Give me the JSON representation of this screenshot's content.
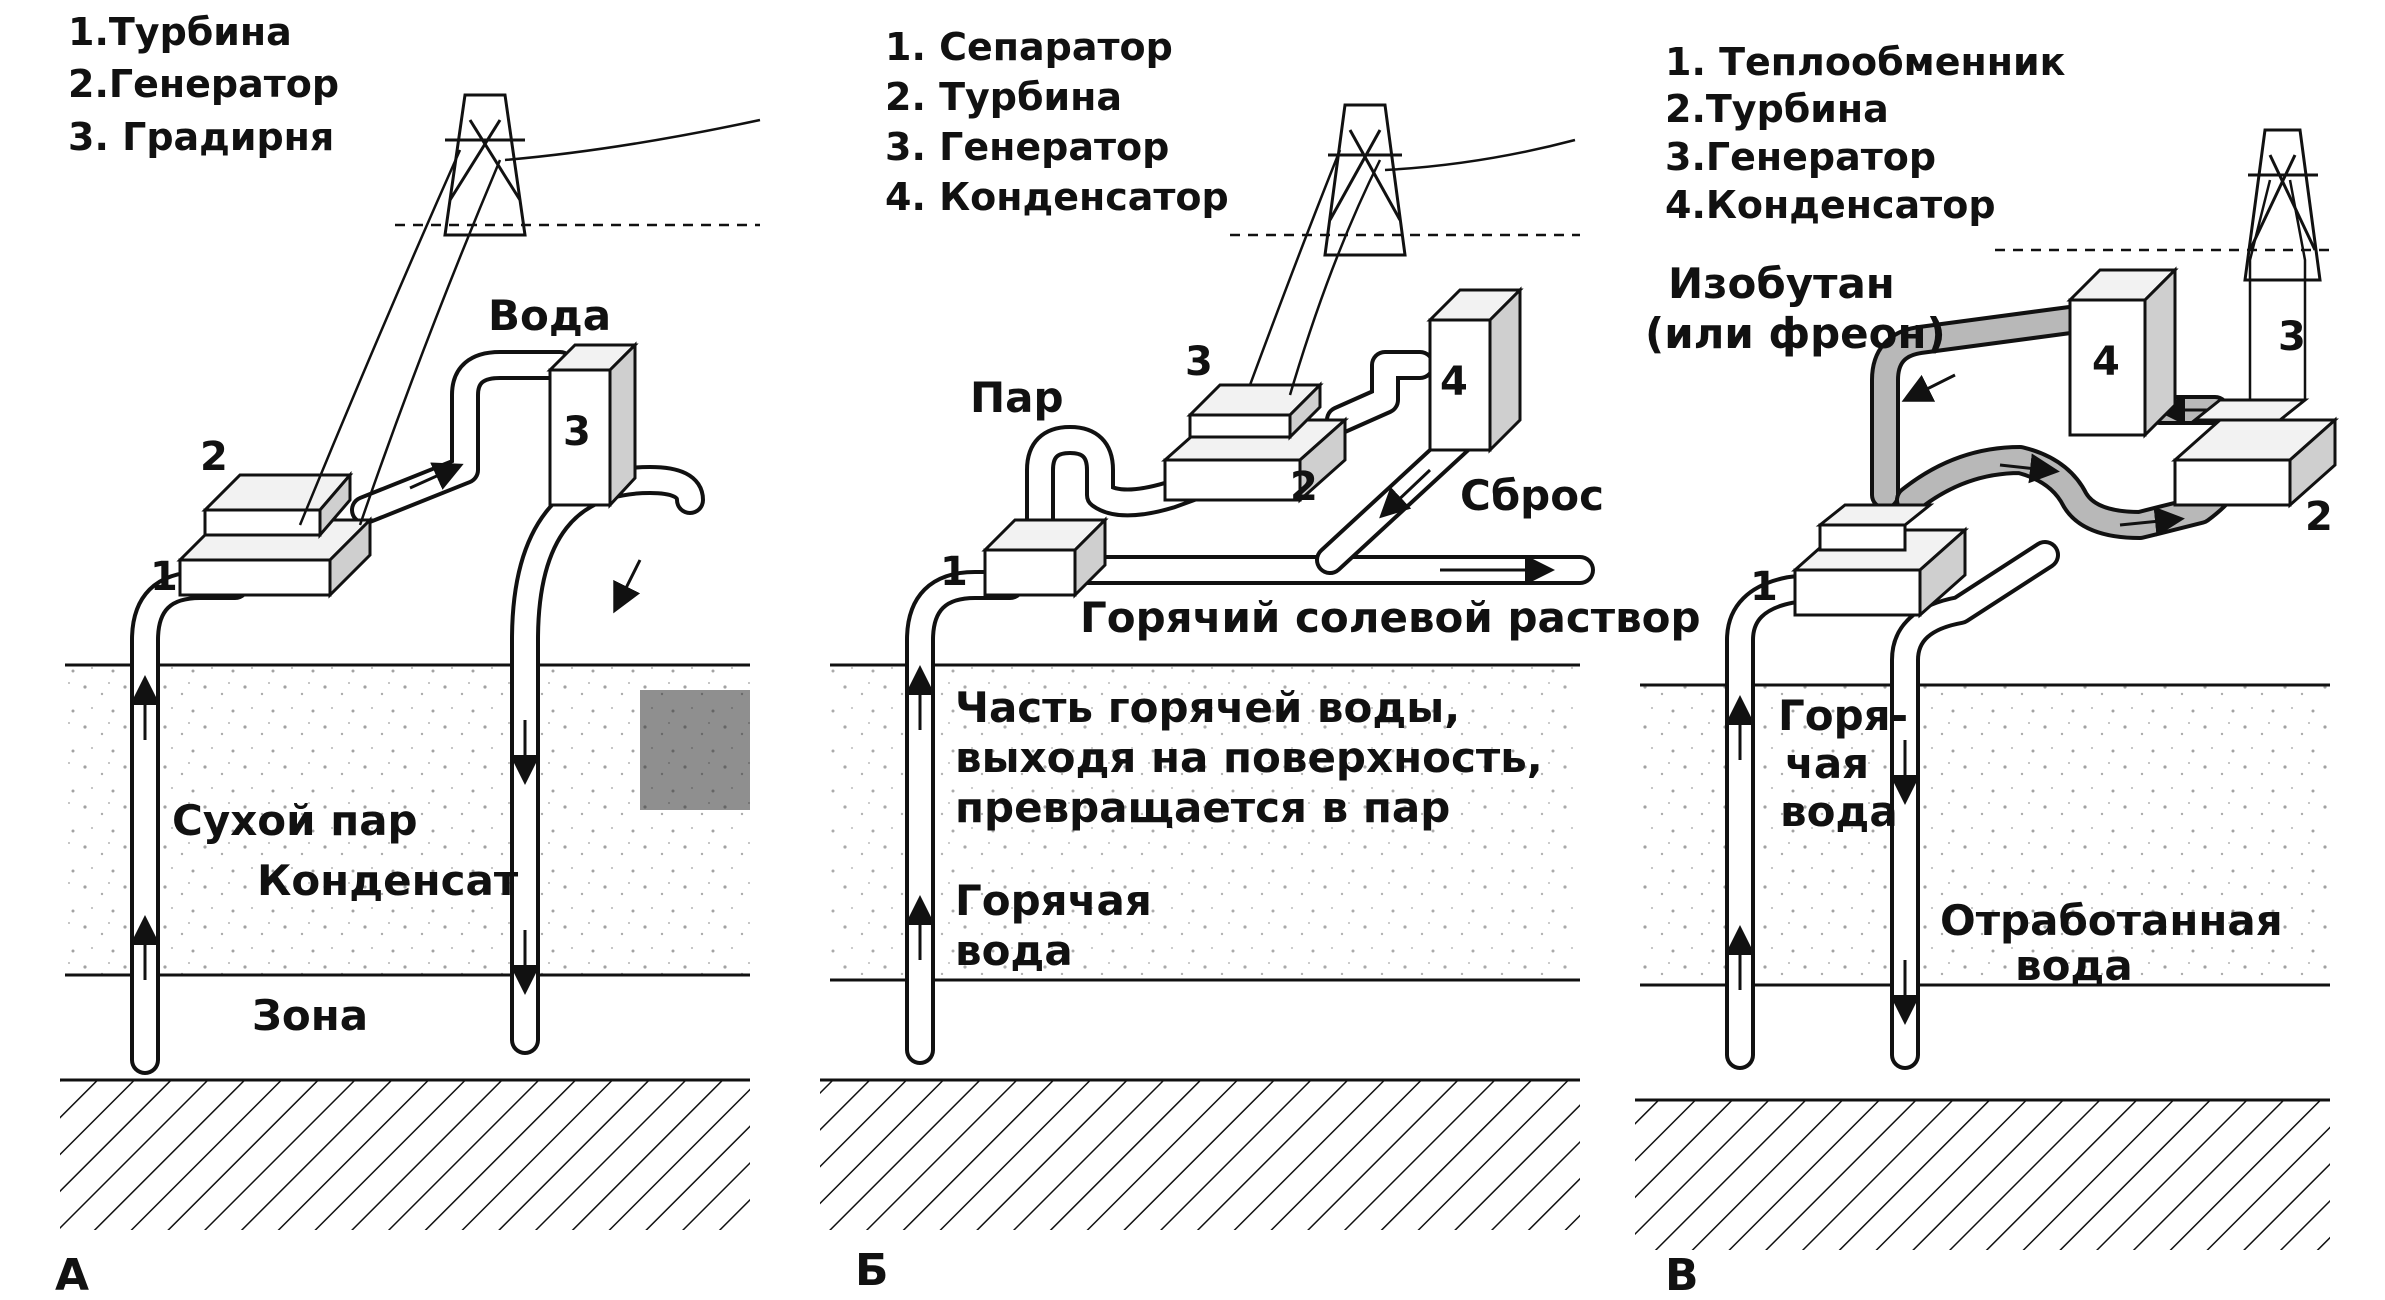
{
  "panels": {
    "a": {
      "legend": [
        "1.Турбина",
        "2.Генератор",
        "3. Градирня"
      ],
      "numbers": [
        "1",
        "2",
        "3"
      ],
      "labels": {
        "water": "Вода",
        "dry_steam": "Сухой пар",
        "condensate": "Конденсат",
        "zone": "Зона"
      },
      "caption": "А"
    },
    "b": {
      "legend": [
        "1. Сепаратор",
        "2. Турбина",
        "3. Генератор",
        "4. Конденсатор"
      ],
      "numbers": [
        "1",
        "2",
        "3",
        "4"
      ],
      "labels": {
        "steam": "Пар",
        "discharge": "Сброс",
        "brine": "Горячий солевой раствор",
        "part_line1": "Часть горячей воды,",
        "part_line2": "выходя на поверхность,",
        "part_line3": "превращается в пар",
        "hot_water_line1": "Горячая",
        "hot_water_line2": "вода"
      },
      "caption": "Б"
    },
    "c": {
      "legend": [
        "1. Теплообменник",
        "2.Турбина",
        "3.Генератор",
        "4.Конденсатор"
      ],
      "numbers": [
        "1",
        "2",
        "3",
        "4"
      ],
      "labels": {
        "isobutane_line1": "Изобутан",
        "isobutane_line2": "(или фреон)",
        "hot_line1": "Горя-",
        "hot_line2": "чая",
        "hot_line3": "вода",
        "spent_line1": "Отработанная",
        "spent_line2": "вода"
      },
      "caption": "В"
    }
  },
  "colors": {
    "ink": "#111111",
    "paper": "#ffffff",
    "shade": "#cfcfcf"
  }
}
